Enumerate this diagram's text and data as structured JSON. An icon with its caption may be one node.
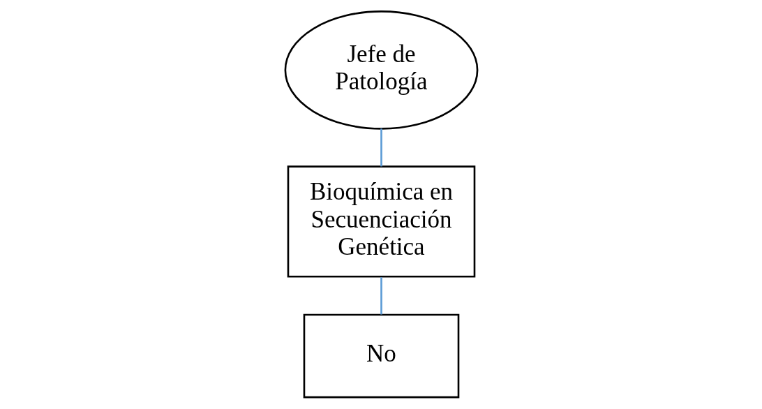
{
  "diagram": {
    "nodes": [
      {
        "text": [
          "Jefe de Patología"
        ]
      },
      {
        "text": [
          "Bioquímica en Secuenciación Genética"
        ]
      },
      {
        "text": [
          "No"
        ]
      }
    ],
    "edges": [
      {
        "from": 0,
        "to": 1,
        "arrow": "none"
      },
      {
        "from": 1,
        "to": 2,
        "arrow": "none"
      }
    ]
  }
}
